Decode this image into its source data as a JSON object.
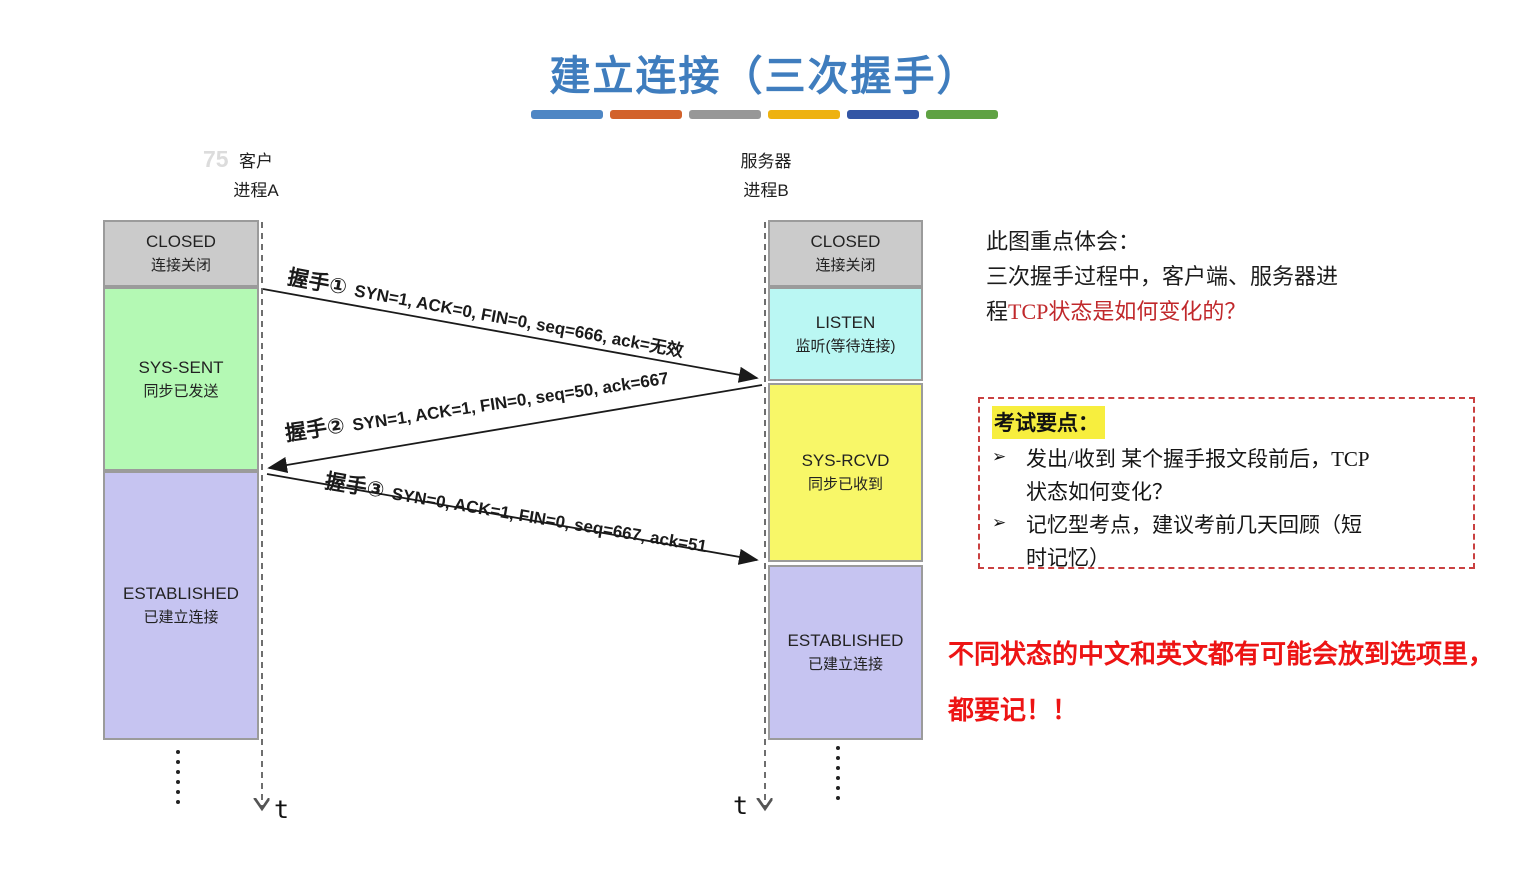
{
  "title": "建立连接（三次握手）",
  "colors": {
    "title_blue": "#3f7dbe",
    "gray_state": "#cbcbcb",
    "green_state": "#b4f9b4",
    "cyan_state": "#baf7f3",
    "yellow_state": "#f8f768",
    "purple_state": "#c6c4f1",
    "red_accent": "#c0282b",
    "warning_red": "#ed1414",
    "highlight_yellow": "#f7ee3e",
    "bars": [
      "#4e86c4",
      "#d2622b",
      "#979797",
      "#eeb210",
      "#3356a5",
      "#5fa243"
    ]
  },
  "watermark": "75",
  "client": {
    "header_line1": "客户",
    "header_line2": "进程A",
    "timeline_label": "t",
    "states": [
      {
        "en": "CLOSED",
        "zh": "连接关闭",
        "color": "#cbcbcb"
      },
      {
        "en": "SYS-SENT",
        "zh": "同步已发送",
        "color": "#b4f9b4"
      },
      {
        "en": "ESTABLISHED",
        "zh": "已建立连接",
        "color": "#c6c4f1"
      }
    ]
  },
  "server": {
    "header_line1": "服务器",
    "header_line2": "进程B",
    "timeline_label": "t",
    "states": [
      {
        "en": "CLOSED",
        "zh": "连接关闭",
        "color": "#cbcbcb"
      },
      {
        "en": "LISTEN",
        "zh": "监听(等待连接)",
        "color": "#baf7f3"
      },
      {
        "en": "SYS-RCVD",
        "zh": "同步已收到",
        "color": "#f8f768"
      },
      {
        "en": "ESTABLISHED",
        "zh": "已建立连接",
        "color": "#c6c4f1"
      }
    ]
  },
  "handshakes": [
    {
      "label": "握手①",
      "params": "SYN=1, ACK=0, FIN=0, seq=666, ack=无效"
    },
    {
      "label": "握手②",
      "params": "SYN=1, ACK=1, FIN=0, seq=50, ack=667"
    },
    {
      "label": "握手③",
      "params": "SYN=0, ACK=1, FIN=0, seq=667, ack=51"
    }
  ],
  "notes": {
    "emphasis_line1": "此图重点体会：",
    "emphasis_line2": "三次握手过程中，客户端、服务器进",
    "emphasis_line3_black": "程",
    "emphasis_line3_red": "TCP状态是如何变化的？",
    "exam_box": {
      "heading": "考试要点：",
      "bullets": [
        "发出/收到 某个握手报文段前后，TCP\n状态如何变化？",
        "记忆型考点，建议考前几天回顾（短\n时记忆）"
      ]
    },
    "warning_line1": "不同状态的中文和英文都有可能会放到选项里，",
    "warning_line2": "都要记！！"
  }
}
